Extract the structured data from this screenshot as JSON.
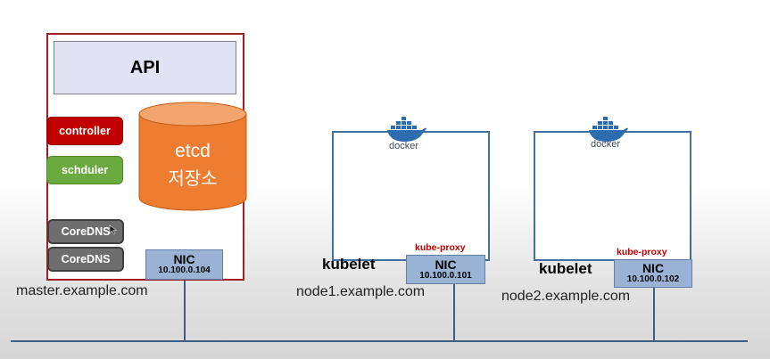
{
  "master": {
    "api_label": "API",
    "controller_label": "controller",
    "scheduler_label": "schduler",
    "etcd_label": "etcd",
    "etcd_sublabel": "저장소",
    "coredns_labels": [
      "CoreDNS",
      "CoreDNS"
    ],
    "nic_label": "NIC",
    "nic_ip": "10.100.0.104",
    "hostname": "master.example.com"
  },
  "nodes": [
    {
      "docker_label": "docker",
      "kube_proxy_label": "kube-proxy",
      "nic_label": "NIC",
      "nic_ip": "10.100.0.101",
      "kubelet_label": "kubelet",
      "hostname": "node1.example.com"
    },
    {
      "docker_label": "docker",
      "kube_proxy_label": "kube-proxy",
      "nic_label": "NIC",
      "nic_ip": "10.100.0.102",
      "kubelet_label": "kubelet",
      "hostname": "node2.example.com"
    }
  ],
  "colors": {
    "master_border": "#a0202a",
    "api_fill": "#dfe3f3",
    "controller": "#c00000",
    "scheduler": "#6aaa3f",
    "etcd": "#ed7d31",
    "coredns": "#6e6e6e",
    "nic": "#9ab3d4",
    "node_border": "#41729f",
    "network_line": "#3b5f86",
    "kube_proxy_text": "#c00000"
  }
}
